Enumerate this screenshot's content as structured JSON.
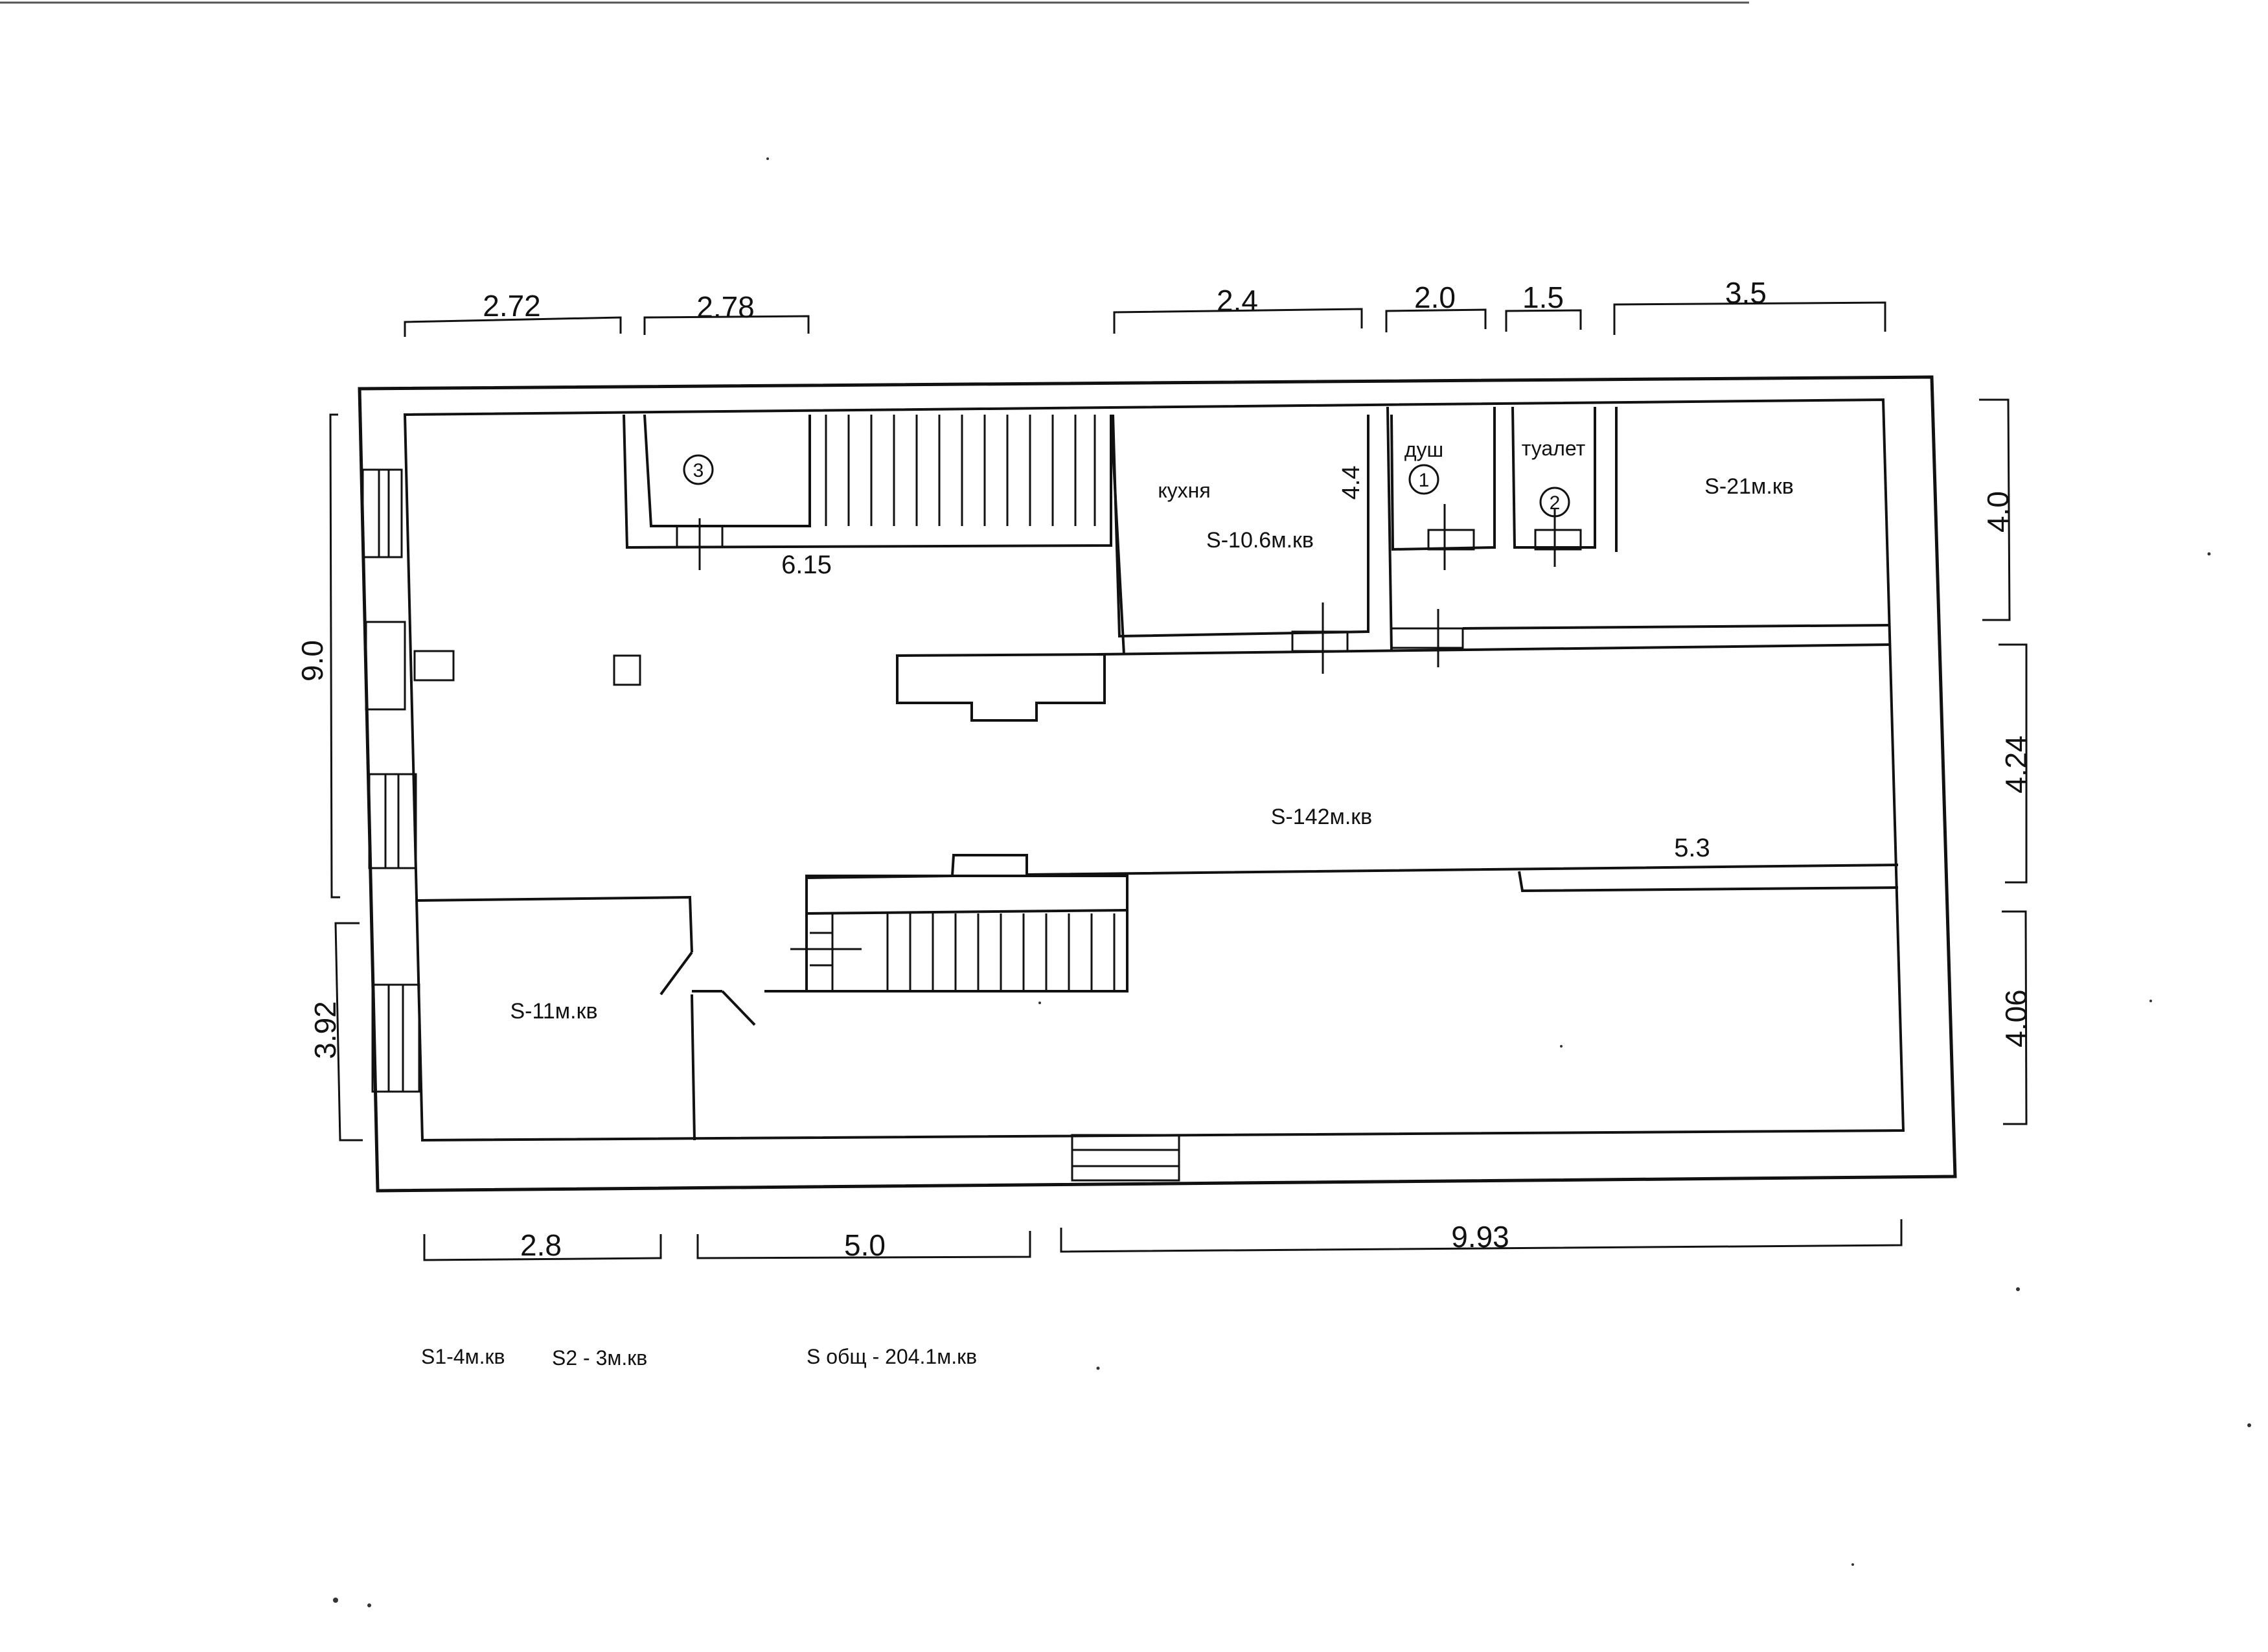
{
  "dimensions": {
    "top": [
      "2.72",
      "2.78",
      "2.4",
      "2.0",
      "1.5",
      "3.5"
    ],
    "bottom": [
      "2.8",
      "5.0",
      "9.93"
    ],
    "left": [
      "9.0",
      "3.92"
    ],
    "right": [
      "4.0",
      "4.24",
      "4.06"
    ],
    "interior": {
      "stair_wall": "6.15",
      "kitchen_depth": "4.4",
      "partition": "5.3"
    }
  },
  "rooms": {
    "kitchen_name": "кухня",
    "kitchen_area": "S-10.6м.кв",
    "shower_name": "душ",
    "toilet_name": "туалет",
    "corner_room_area": "S-21м.кв",
    "main_hall_area": "S-142м.кв",
    "small_room_area": "S-11м.кв"
  },
  "markers": [
    "1",
    "2",
    "3"
  ],
  "summary": {
    "s1": "S1-4м.кв",
    "s2": "S2 - 3м.кв",
    "total": "S общ - 204.1м.кв"
  }
}
